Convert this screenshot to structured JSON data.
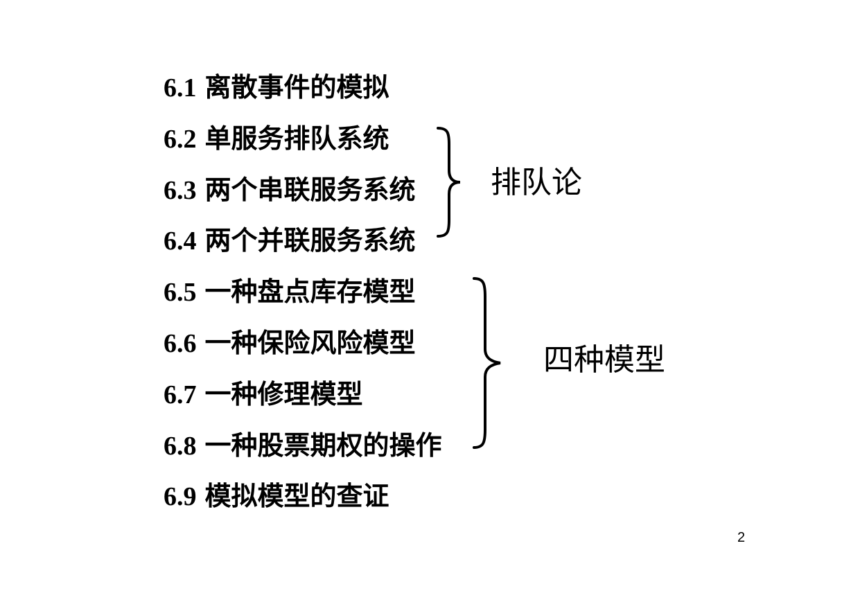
{
  "toc": {
    "items": [
      {
        "number": "6.1",
        "title": "离散事件的模拟"
      },
      {
        "number": "6.2",
        "title": "单服务排队系统"
      },
      {
        "number": "6.3",
        "title": "两个串联服务系统"
      },
      {
        "number": "6.4",
        "title": "两个并联服务系统"
      },
      {
        "number": "6.5",
        "title": "一种盘点库存模型"
      },
      {
        "number": "6.6",
        "title": "一种保险风险模型"
      },
      {
        "number": "6.7",
        "title": "一种修理模型"
      },
      {
        "number": "6.8",
        "title": "一种股票期权的操作"
      },
      {
        "number": "6.9",
        "title": "模拟模型的查证"
      }
    ]
  },
  "groups": {
    "queueing": {
      "label": "排队论"
    },
    "models": {
      "label": "四种模型"
    }
  },
  "page_number": "2"
}
